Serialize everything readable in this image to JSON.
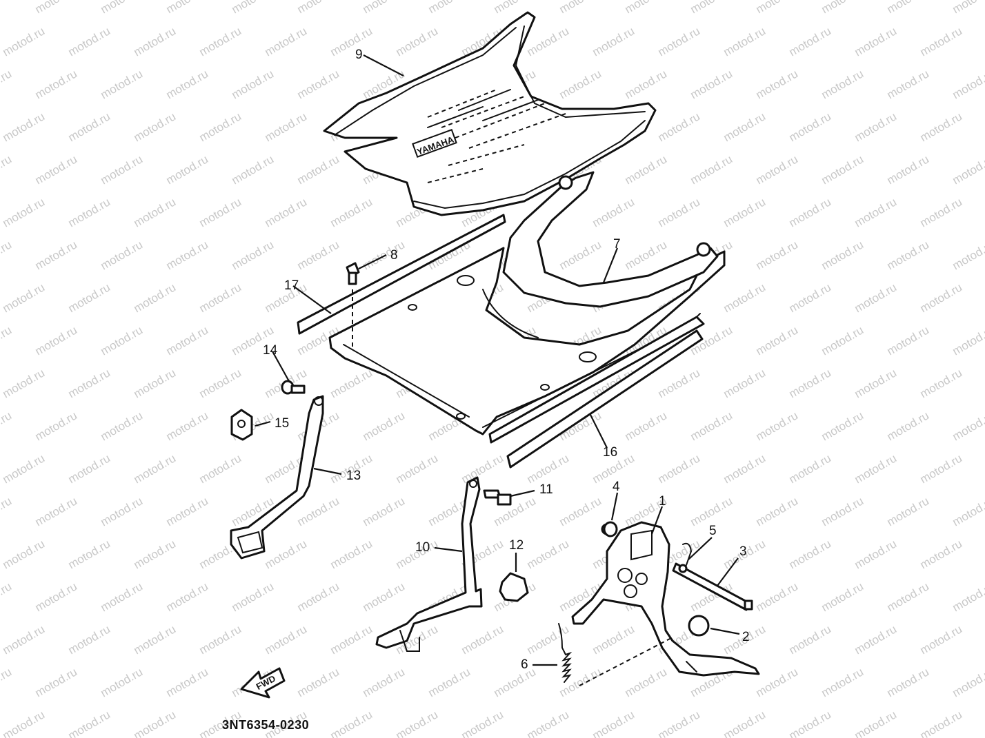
{
  "watermark": "motod.ru",
  "drawing_code": "3NT6354-0230",
  "direction_label": "FWD",
  "callouts": [
    {
      "id": "c1",
      "label": "1"
    },
    {
      "id": "c2",
      "label": "2"
    },
    {
      "id": "c3",
      "label": "3"
    },
    {
      "id": "c4",
      "label": "4"
    },
    {
      "id": "c5",
      "label": "5"
    },
    {
      "id": "c6",
      "label": "6"
    },
    {
      "id": "c7",
      "label": "7"
    },
    {
      "id": "c8",
      "label": "8"
    },
    {
      "id": "c9",
      "label": "9"
    },
    {
      "id": "c10",
      "label": "10"
    },
    {
      "id": "c11",
      "label": "11"
    },
    {
      "id": "c12",
      "label": "12"
    },
    {
      "id": "c13",
      "label": "13"
    },
    {
      "id": "c14",
      "label": "14"
    },
    {
      "id": "c15",
      "label": "15"
    },
    {
      "id": "c16",
      "label": "16"
    },
    {
      "id": "c17",
      "label": "17"
    }
  ],
  "mat_logo": "YAMAHA"
}
